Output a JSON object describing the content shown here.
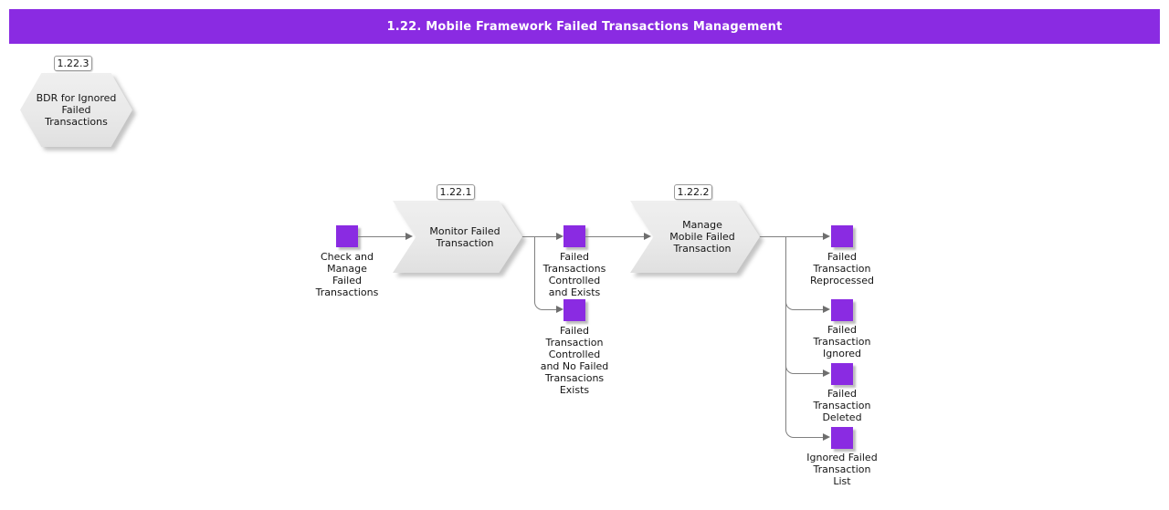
{
  "header": {
    "title": "1.22. Mobile Framework Failed Transactions Management"
  },
  "colors": {
    "accent": "#8A2BE2",
    "shape_fill": "#e9e9e9",
    "connector": "#808080"
  },
  "nodes": {
    "bdr": {
      "ref": "1.22.3",
      "label": "BDR for Ignored Failed Transactions"
    },
    "check_manage": {
      "label": "Check and Manage Failed Transactions"
    },
    "monitor": {
      "ref": "1.22.1",
      "label": "Monitor Failed Transaction"
    },
    "controlled_exists": {
      "label": "Failed Transactions Controlled and Exists"
    },
    "controlled_no_exists": {
      "label": "Failed Transaction Controlled and No Failed Transacions Exists"
    },
    "manage_mobile": {
      "ref": "1.22.2",
      "label": "Manage Mobile Failed Transaction"
    },
    "reprocessed": {
      "label": "Failed Transaction Reprocessed"
    },
    "ignored": {
      "label": "Failed Transaction Ignored"
    },
    "deleted": {
      "label": "Failed Transaction Deleted"
    },
    "ignored_list": {
      "label": "Ignored Failed Transaction List"
    }
  }
}
